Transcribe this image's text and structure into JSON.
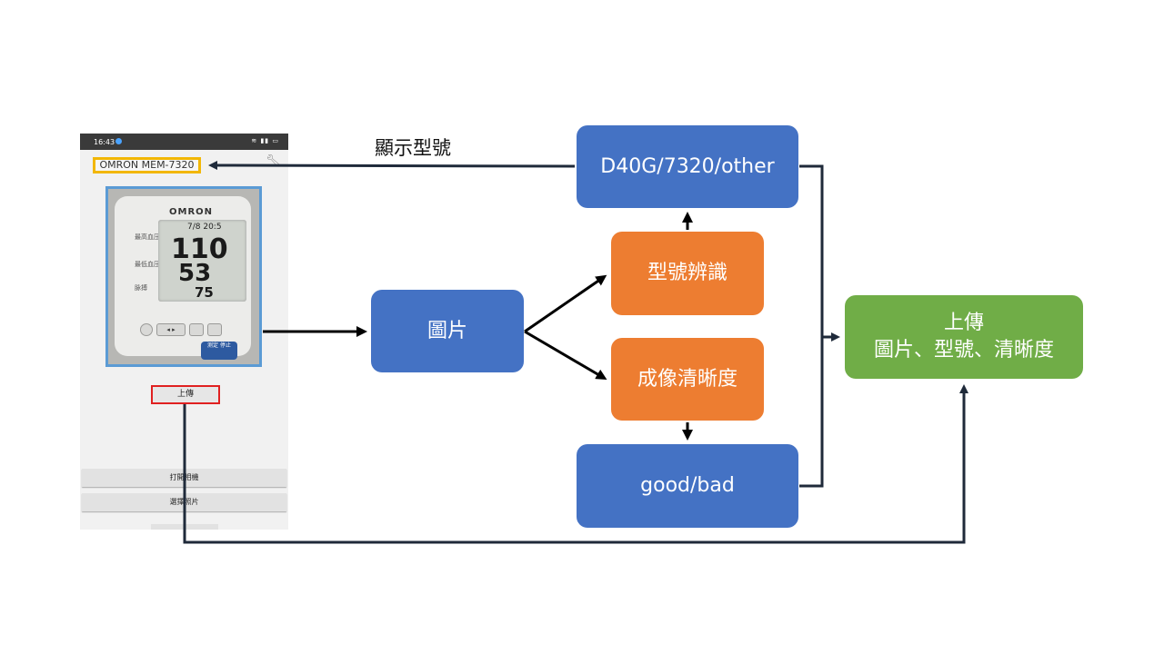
{
  "phone": {
    "status_time": "16:43",
    "model_label": "OMRON MEM-7320",
    "upload_button": "上傳",
    "open_camera_button": "打開相機",
    "choose_photo_button": "選擇照片",
    "device": {
      "brand": "OMRON",
      "lcd_date": "7/8 20:5",
      "systolic": "110",
      "diastolic": "53",
      "pulse": "75",
      "label_systolic": "最高血压",
      "label_diastolic": "最低血压",
      "label_pulse": "脉搏",
      "start_button": "测定 停止"
    }
  },
  "flow": {
    "image_box": "圖片",
    "model_recognition": "型號辨識",
    "clarity": "成像清晰度",
    "model_output": "D40G/7320/other",
    "quality_output": "good/bad",
    "upload_title": "上傳",
    "upload_items": "圖片、型號、清晰度",
    "show_model_label": "顯示型號"
  },
  "colors": {
    "blue": "#4472c4",
    "orange": "#ed7d31",
    "green": "#70ad47",
    "arrow": "#1f2a3a",
    "highlight_model": "#f2b705",
    "highlight_upload": "#e02020"
  }
}
